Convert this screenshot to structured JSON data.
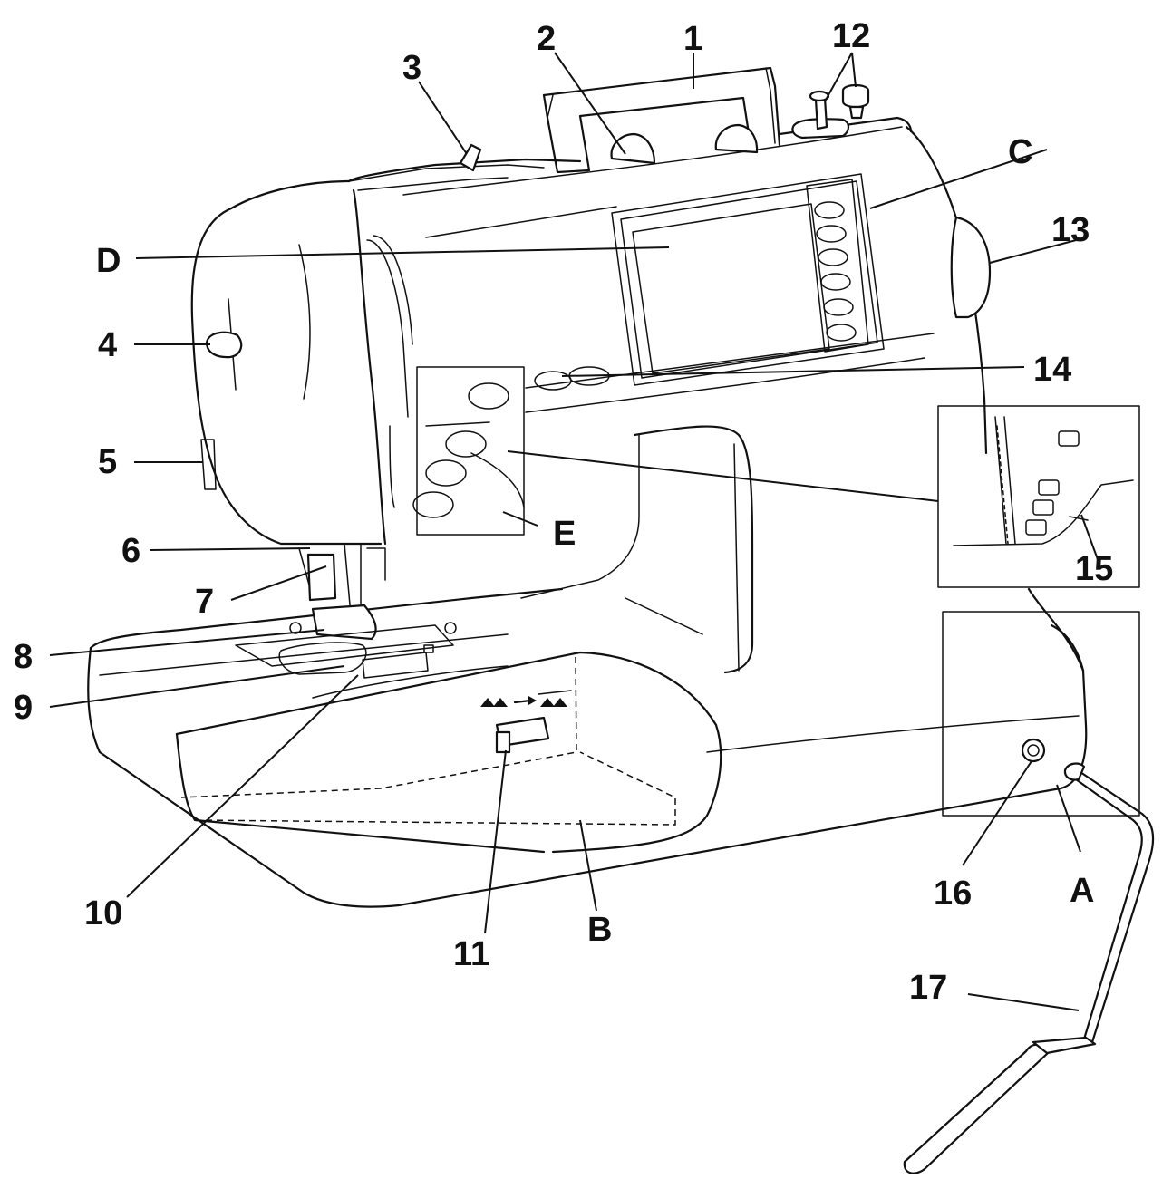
{
  "callouts": {
    "n1": "1",
    "n2": "2",
    "n3": "3",
    "n4": "4",
    "n5": "5",
    "n6": "6",
    "n7": "7",
    "n8": "8",
    "n9": "9",
    "n10": "10",
    "n11": "11",
    "n12": "12",
    "n13": "13",
    "n14": "14",
    "n15": "15",
    "n16": "16",
    "n17": "17",
    "A": "A",
    "B": "B",
    "C": "C",
    "D": "D",
    "E": "E"
  },
  "icons": {
    "machine": "sewing-machine-drawing",
    "knee_lifter": "knee-lifter-bar",
    "feed_dog_switch": "feed-dog-lever-icon"
  },
  "colors": {
    "ink": "#111111",
    "paper": "#ffffff"
  }
}
